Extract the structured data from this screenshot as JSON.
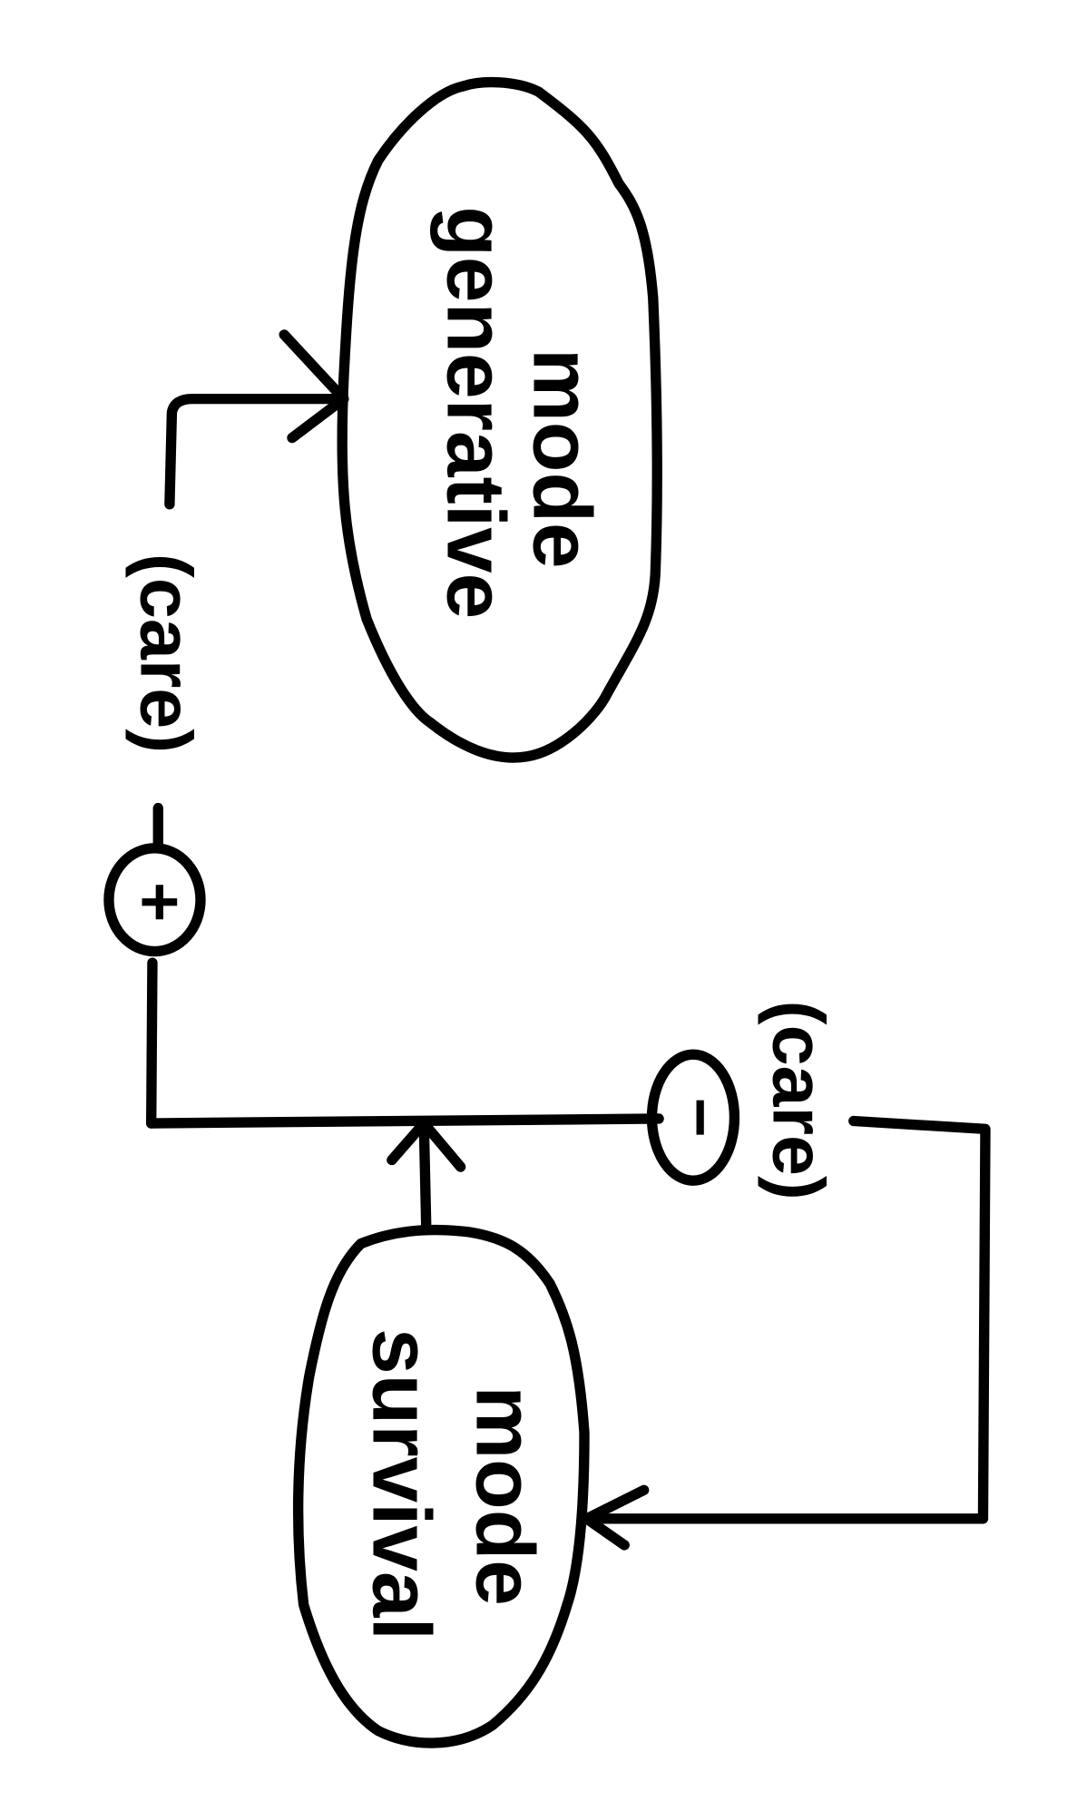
{
  "nodes": {
    "generative": {
      "line1": "generative",
      "line2": "mode"
    },
    "survival": {
      "line1": "survival",
      "line2": "mode"
    }
  },
  "edges": {
    "positive": {
      "sign": "+",
      "label": "(care)"
    },
    "negative": {
      "sign": "−",
      "label": "(care)"
    }
  }
}
